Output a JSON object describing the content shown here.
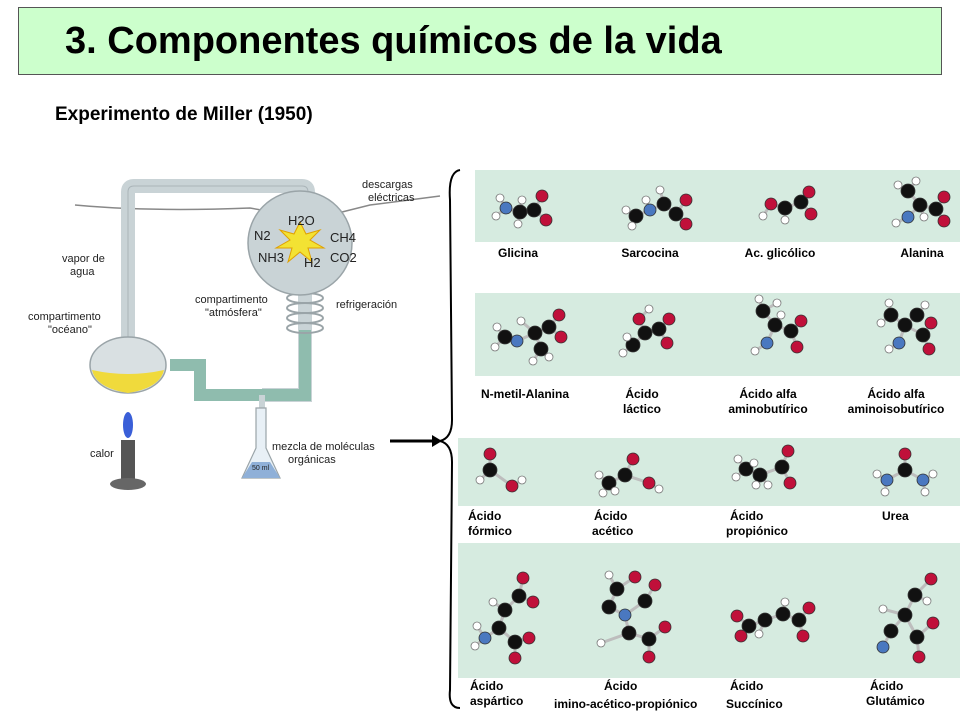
{
  "title": "3. Componentes químicos de la vida",
  "subtitle": "Experimento de Miller (1950)",
  "apparatus": {
    "descargas": [
      "descargas",
      "eléctricas"
    ],
    "vapor": [
      "vapor de",
      "agua"
    ],
    "oceano": [
      "compartimento",
      "\"océano\""
    ],
    "atmosfera": [
      "compartimento",
      "\"atmósfera\""
    ],
    "refrigeracion": "refrigeración",
    "calor": "calor",
    "mezcla": [
      "mezcla de moléculas",
      "orgánicas"
    ],
    "flask": "50 ml",
    "gases": {
      "h2o": "H2O",
      "n2": "N2",
      "ch4": "CH4",
      "nh3": "NH3",
      "h2": "H2",
      "co2": "CO2"
    }
  },
  "molecules": {
    "row1": [
      "Glicina",
      "Sarcocina",
      "Ac. glicólico",
      "Alanina"
    ],
    "row2": [
      [
        "N-metil-Alanina"
      ],
      [
        "Ácido",
        "láctico"
      ],
      [
        "Ácido alfa",
        "aminobutírico"
      ],
      [
        "Ácido alfa",
        "aminoisobutírico"
      ]
    ],
    "row3": [
      [
        "Ácido",
        "fórmico"
      ],
      [
        "Ácido",
        "acético"
      ],
      [
        "Ácido",
        "propiónico"
      ],
      [
        "Urea"
      ]
    ],
    "row4": [
      [
        "Ácido",
        "aspártico"
      ],
      [
        "Ácido",
        "imino-acético-propiónico"
      ],
      [
        "Ácido",
        "Succínico"
      ],
      [
        "Ácido",
        "Glutámico"
      ]
    ]
  },
  "colors": {
    "panel": "#d6ebe0",
    "title_bg": "#ccffcc",
    "carbon": "#111111",
    "oxygen": "#c0103a",
    "nitrogen": "#4a78c0",
    "hydrogen": "#ffffff"
  }
}
